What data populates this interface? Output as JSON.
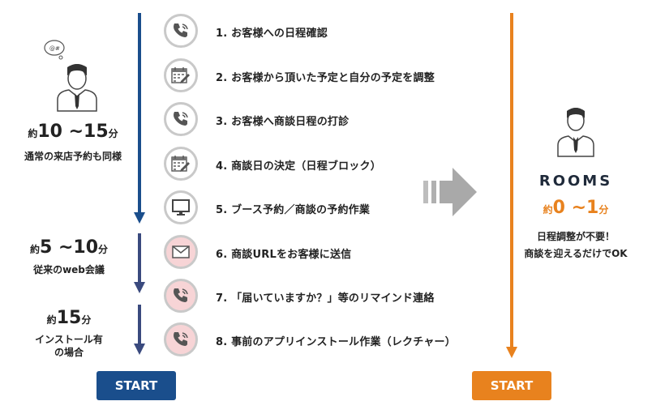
{
  "left": {
    "time1": {
      "prefix": "約",
      "value": "10 ~15",
      "unit": "分"
    },
    "note1": "通常の来店予約も同様",
    "time2": {
      "prefix": "約",
      "value": "5 ~10",
      "unit": "分"
    },
    "note2": "従来のweb会議",
    "time3": {
      "prefix": "約",
      "value": "15",
      "unit": "分"
    },
    "note3_line1": "インストール有",
    "note3_line2": "の場合",
    "start_label": "START"
  },
  "steps": [
    {
      "label": "1. お客様への日程確認",
      "icon": "phone-icon",
      "tone": "gray"
    },
    {
      "label": "2. お客様から頂いた予定と自分の予定を調整",
      "icon": "calendar-icon",
      "tone": "gray"
    },
    {
      "label": "3. お客様へ商談日程の打診",
      "icon": "phone-icon",
      "tone": "gray"
    },
    {
      "label": "4. 商談日の決定（日程ブロック）",
      "icon": "calendar-icon",
      "tone": "gray"
    },
    {
      "label": "5. ブース予約／商談の予約作業",
      "icon": "monitor-icon",
      "tone": "gray"
    },
    {
      "label": "6. 商談URLをお客様に送信",
      "icon": "mail-icon",
      "tone": "pink"
    },
    {
      "label": "7. 「届いていますか？」等のリマインド連絡",
      "icon": "phone-icon",
      "tone": "pink"
    },
    {
      "label": "8. 事前のアプリインストール作業（レクチャー）",
      "icon": "phone-icon",
      "tone": "pink"
    }
  ],
  "right": {
    "brand": "ROOMS",
    "time": {
      "prefix": "約",
      "value": "0 ~1",
      "unit": "分"
    },
    "line1": "日程調整が不要！",
    "line2": "商談を迎えるだけでOK",
    "start_label": "START"
  },
  "colors": {
    "blue": "#1a4e8c",
    "navy": "#3a4a7e",
    "orange": "#e8821e",
    "pink": "#f7d4d6",
    "gray": "#c9c9c9"
  }
}
